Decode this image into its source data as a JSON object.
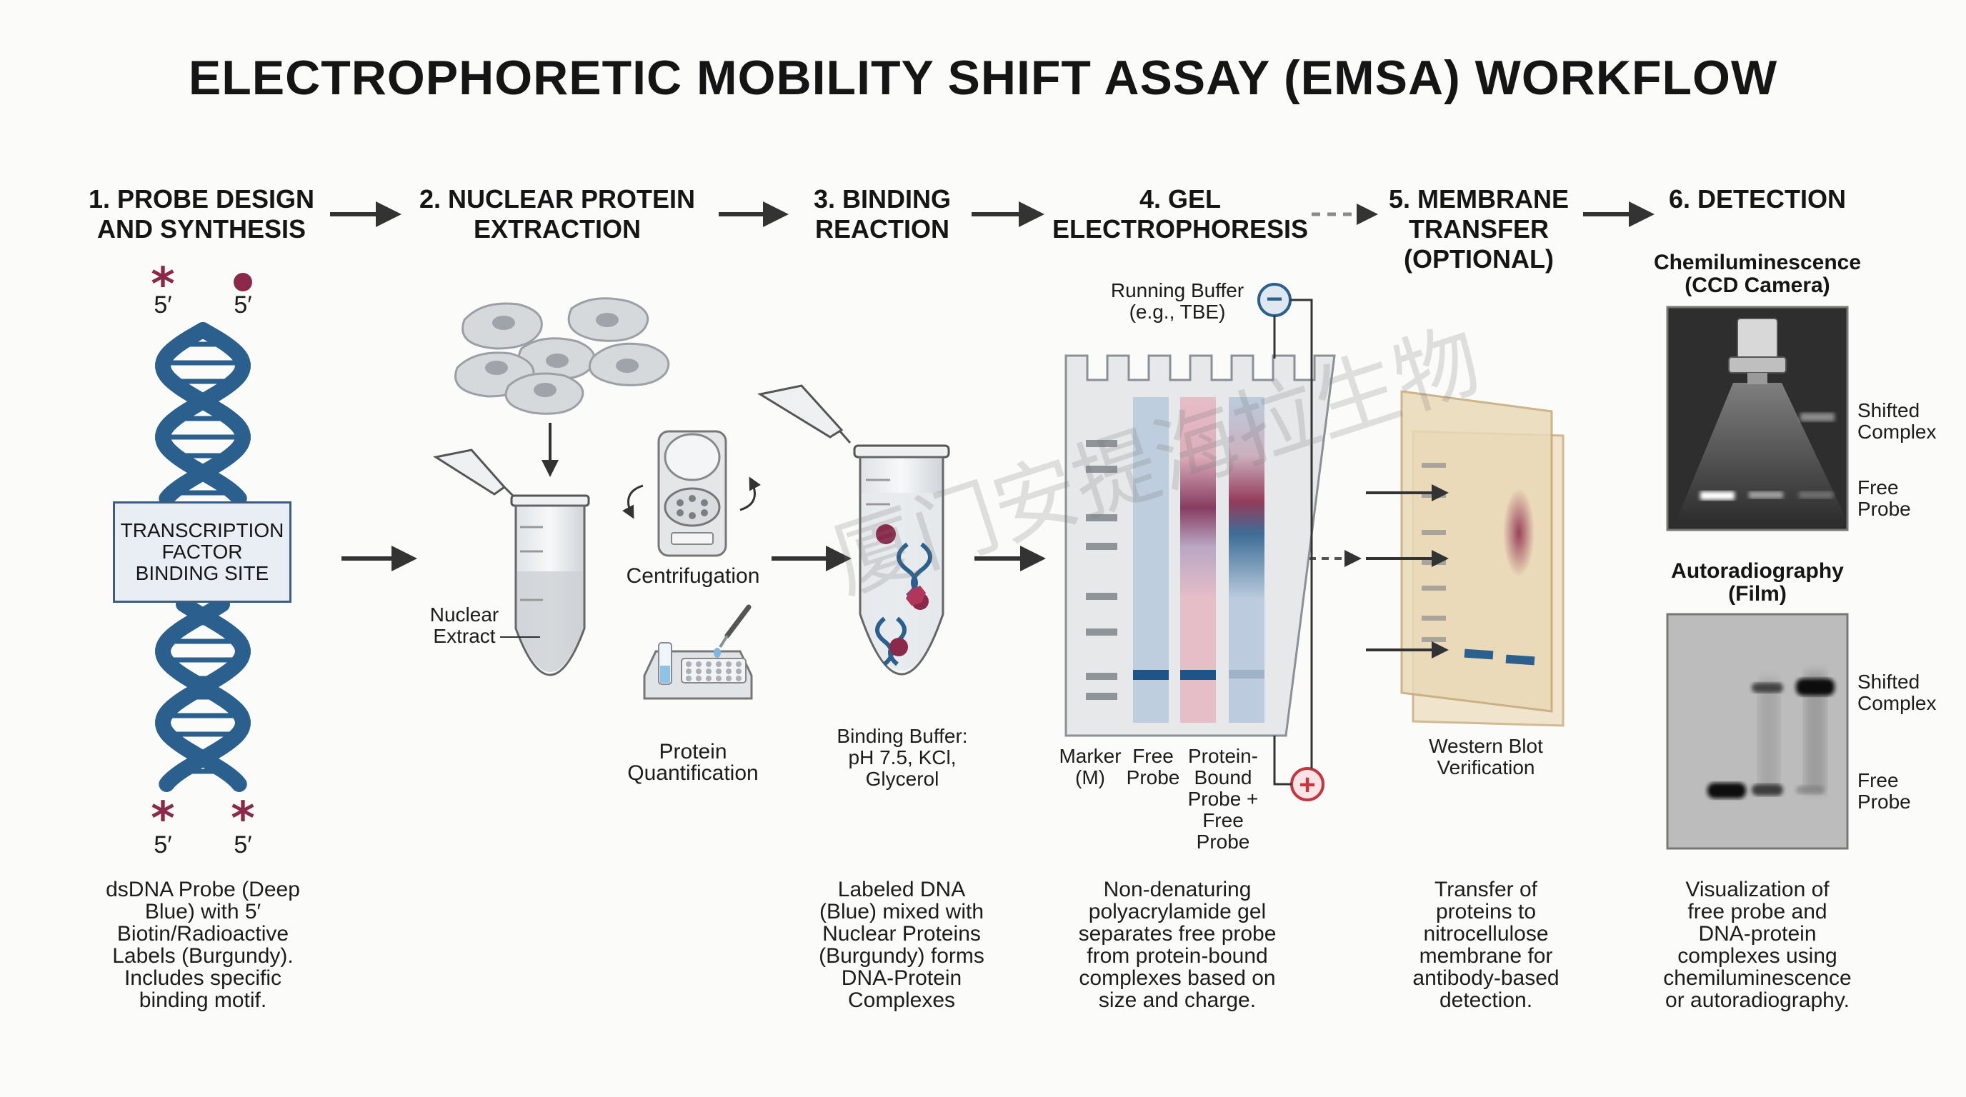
{
  "title": "ELECTROPHORETIC MOBILITY SHIFT ASSAY (EMSA) WORKFLOW",
  "watermark": "厦门安提海拉生物",
  "colors": {
    "deep_blue": "#2b5f8e",
    "burgundy": "#8c2849",
    "gel_blue": "#b7c9dc",
    "gel_pink": "#e6b9c3"
  },
  "steps": [
    {
      "label": "1. PROBE DESIGN\nAND SYNTHESIS",
      "description": "dsDNA Probe (Deep\nBlue) with 5′\nBiotin/Radioactive\nLabels (Burgundy).\nIncludes specific\nbinding motif."
    },
    {
      "label": "2. NUCLEAR PROTEIN\nEXTRACTION",
      "description": ""
    },
    {
      "label": "3. BINDING\nREACTION",
      "description": "Labeled DNA\n(Blue) mixed with\nNuclear Proteins\n(Burgundy) forms\nDNA-Protein\nComplexes"
    },
    {
      "label": "4. GEL\nELECTROPHORESIS",
      "description": "Non-denaturing\npolyacrylamide gel\nseparates free probe\nfrom protein-bound\ncomplexes based on\nsize and charge."
    },
    {
      "label": "5. MEMBRANE\nTRANSFER\n(OPTIONAL)",
      "description": "Transfer of\nproteins to\nnitrocellulose\nmembrane for\nantibody-based\ndetection."
    },
    {
      "label": "6. DETECTION",
      "description": "Visualization of\nfree probe and\nDNA-protein\ncomplexes using\nchemiluminescence\nor autoradiography."
    }
  ],
  "probe": {
    "five_prime": "5′",
    "binding_site_label": "TRANSCRIPTION\nFACTOR\nBINDING SITE"
  },
  "extraction": {
    "nuclear_extract_label": "Nuclear\nExtract",
    "centrifugation_label": "Centrifugation",
    "quantification_label": "Protein\nQuantification"
  },
  "binding": {
    "buffer_label": "Binding Buffer:\npH 7.5, KCl,\nGlycerol"
  },
  "gel": {
    "running_buffer_label": "Running Buffer\n(e.g., TBE)",
    "cathode_symbol": "−",
    "anode_symbol": "+",
    "lanes": [
      {
        "label": "Marker\n(M)"
      },
      {
        "label": "Free\nProbe"
      },
      {
        "label": "Protein-\nBound\nProbe +\nFree\nProbe"
      }
    ]
  },
  "membrane": {
    "label": "Western Blot\nVerification"
  },
  "detection": {
    "chemi": {
      "title": "Chemiluminescence\n(CCD Camera)",
      "upper_label": "Shifted\nComplex",
      "lower_label": "Free\nProbe"
    },
    "autorad": {
      "title": "Autoradiography\n(Film)",
      "upper_label": "Shifted\nComplex",
      "lower_label": "Free\nProbe"
    }
  }
}
